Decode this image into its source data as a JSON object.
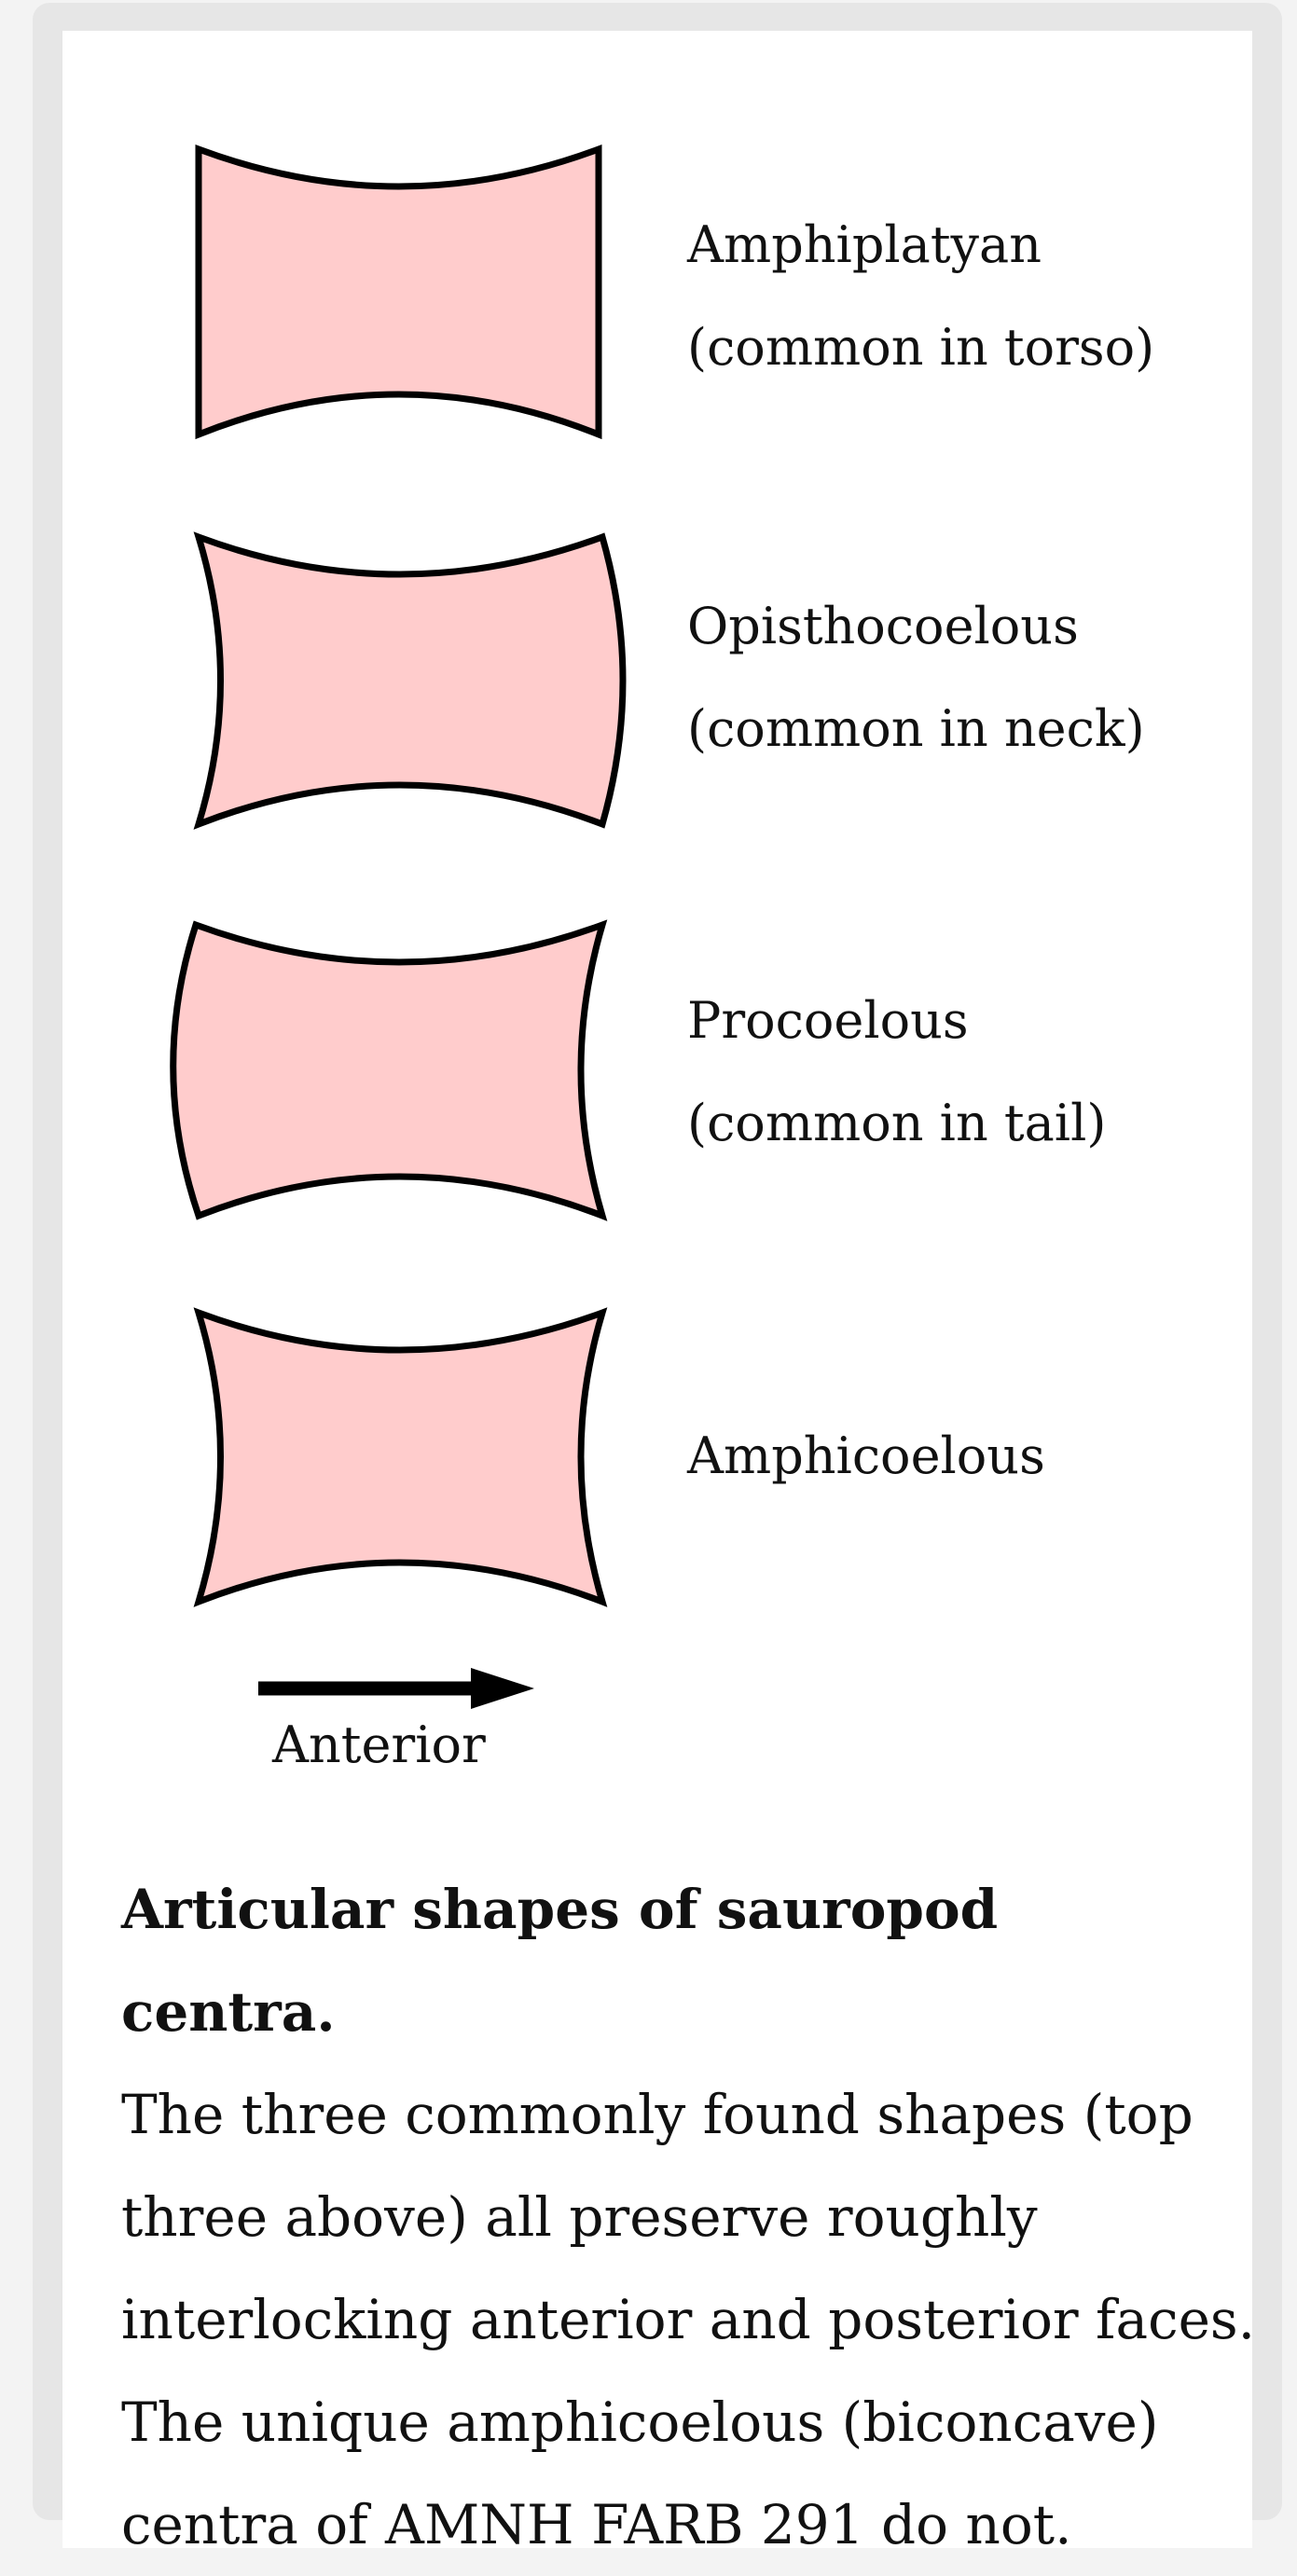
{
  "colors": {
    "fill": "#ffcccc",
    "stroke": "#000000",
    "background": "#ffffff"
  },
  "shapes": [
    {
      "name": "Amphiplatyan",
      "note": "(common in torso)"
    },
    {
      "name": "Opisthocoelous",
      "note": "(common in neck)"
    },
    {
      "name": "Procoelous",
      "note": "(common in tail)"
    },
    {
      "name": "Amphicoelous",
      "note": ""
    }
  ],
  "arrow": {
    "label": "Anterior"
  },
  "caption": {
    "title": "Articular shapes of sauropod centra.",
    "lines": [
      "The three commonly found shapes (top",
      "three above) all preserve roughly",
      "interlocking anterior and posterior faces.",
      "The unique amphicoelous (biconcave)",
      "centra of AMNH FARB 291 do not."
    ]
  }
}
